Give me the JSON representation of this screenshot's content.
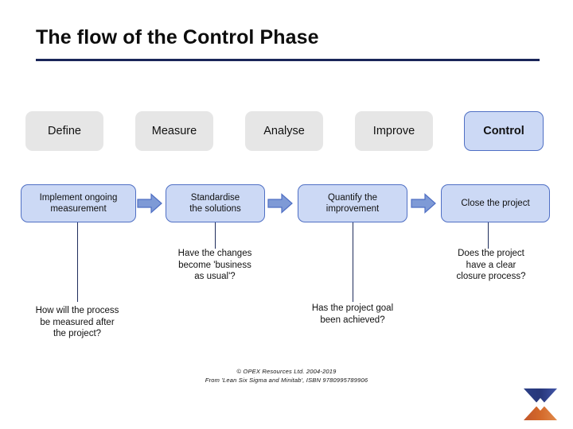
{
  "slide": {
    "title": "The flow of the Control Phase"
  },
  "phases": [
    {
      "label": "Define",
      "active": false
    },
    {
      "label": "Measure",
      "active": false
    },
    {
      "label": "Analyse",
      "active": false
    },
    {
      "label": "Improve",
      "active": false
    },
    {
      "label": "Control",
      "active": true
    }
  ],
  "steps": [
    {
      "line1": "Implement ongoing",
      "line2": "measurement"
    },
    {
      "line1": "Standardise",
      "line2": "the solutions"
    },
    {
      "line1": "Quantify the",
      "line2": "improvement"
    },
    {
      "line1": "Close the project",
      "line2": ""
    }
  ],
  "questions": [
    {
      "line1": "How will the process",
      "line2": "be measured after",
      "line3": "the project?"
    },
    {
      "line1": "Have the changes",
      "line2": "become 'business",
      "line3": "as usual'?"
    },
    {
      "line1": "Has the project goal",
      "line2": "been achieved?",
      "line3": ""
    },
    {
      "line1": "Does the project",
      "line2": "have a clear",
      "line3": "closure process?"
    }
  ],
  "footer": {
    "line1": "© OPEX Resources Ltd. 2004-2019",
    "line2": "From 'Lean Six Sigma and Minitab', ISBN 9780995789906"
  },
  "colors": {
    "rule": "#1a2659",
    "phase_inactive_fill": "#e6e6e6",
    "phase_active_fill": "#ccd9f5",
    "box_border": "#4f6fc4",
    "arrow_fill": "#7e9ad6",
    "arrow_stroke": "#4f6fc4",
    "connector": "#1f2d5c",
    "logo_top": "#1f3a7a",
    "logo_bottom": "#d4692a"
  }
}
